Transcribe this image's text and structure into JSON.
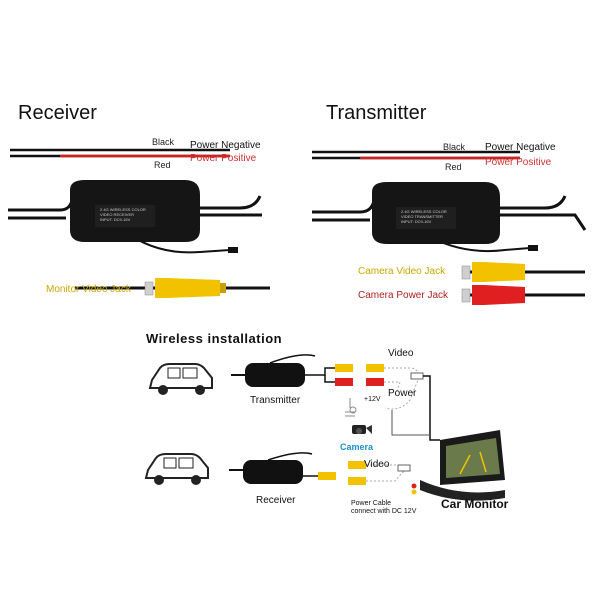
{
  "headings": {
    "receiver": "Receiver",
    "transmitter": "Transmitter"
  },
  "receiver": {
    "wire_black": "Black",
    "wire_red": "Red",
    "power_negative": "Power Negative",
    "power_positive": "Power Positive",
    "monitor_jack": "Monitor Video Jack"
  },
  "transmitter": {
    "wire_black": "Black",
    "wire_red": "Red",
    "power_negative": "Power Negative",
    "power_positive": "Power Positive",
    "camera_video_jack": "Camera Video Jack",
    "camera_power_jack": "Camera Power Jack"
  },
  "installation": {
    "title": "Wireless installation",
    "transmitter_label": "Transmitter",
    "receiver_label": "Receiver",
    "video_top": "Video",
    "power": "Power",
    "plus12v": "+12V",
    "camera": "Camera",
    "video_bottom": "Video",
    "power_cable_line1": "Power Cable",
    "power_cable_line2": "connect with DC 12V",
    "car_monitor": "Car Monitor"
  },
  "colors": {
    "yellow": "#f2c200",
    "red": "#e02020",
    "black": "#111111",
    "camera_blue": "#1a8fd0"
  },
  "icons": [
    "car-icon",
    "car-icon",
    "camera-icon",
    "monitor-icon",
    "module-box-icon"
  ]
}
